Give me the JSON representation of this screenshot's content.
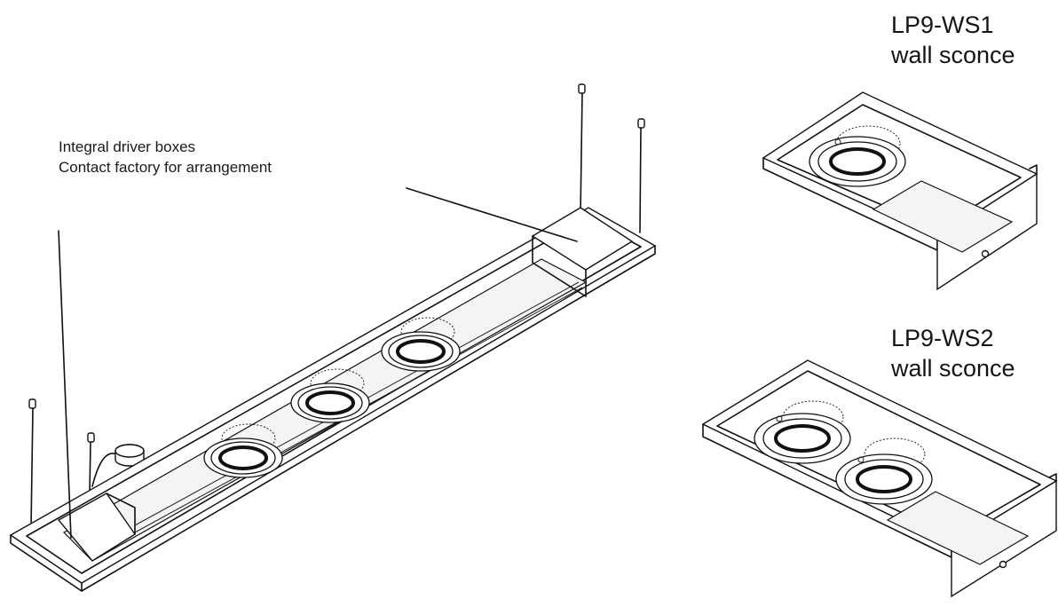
{
  "callout": {
    "line1": "Integral driver boxes",
    "line2": "Contact factory for arrangement"
  },
  "products": {
    "ws1": {
      "model": "LP9-WS1",
      "type": "wall sconce"
    },
    "ws2": {
      "model": "LP9-WS2",
      "type": "wall sconce"
    }
  }
}
